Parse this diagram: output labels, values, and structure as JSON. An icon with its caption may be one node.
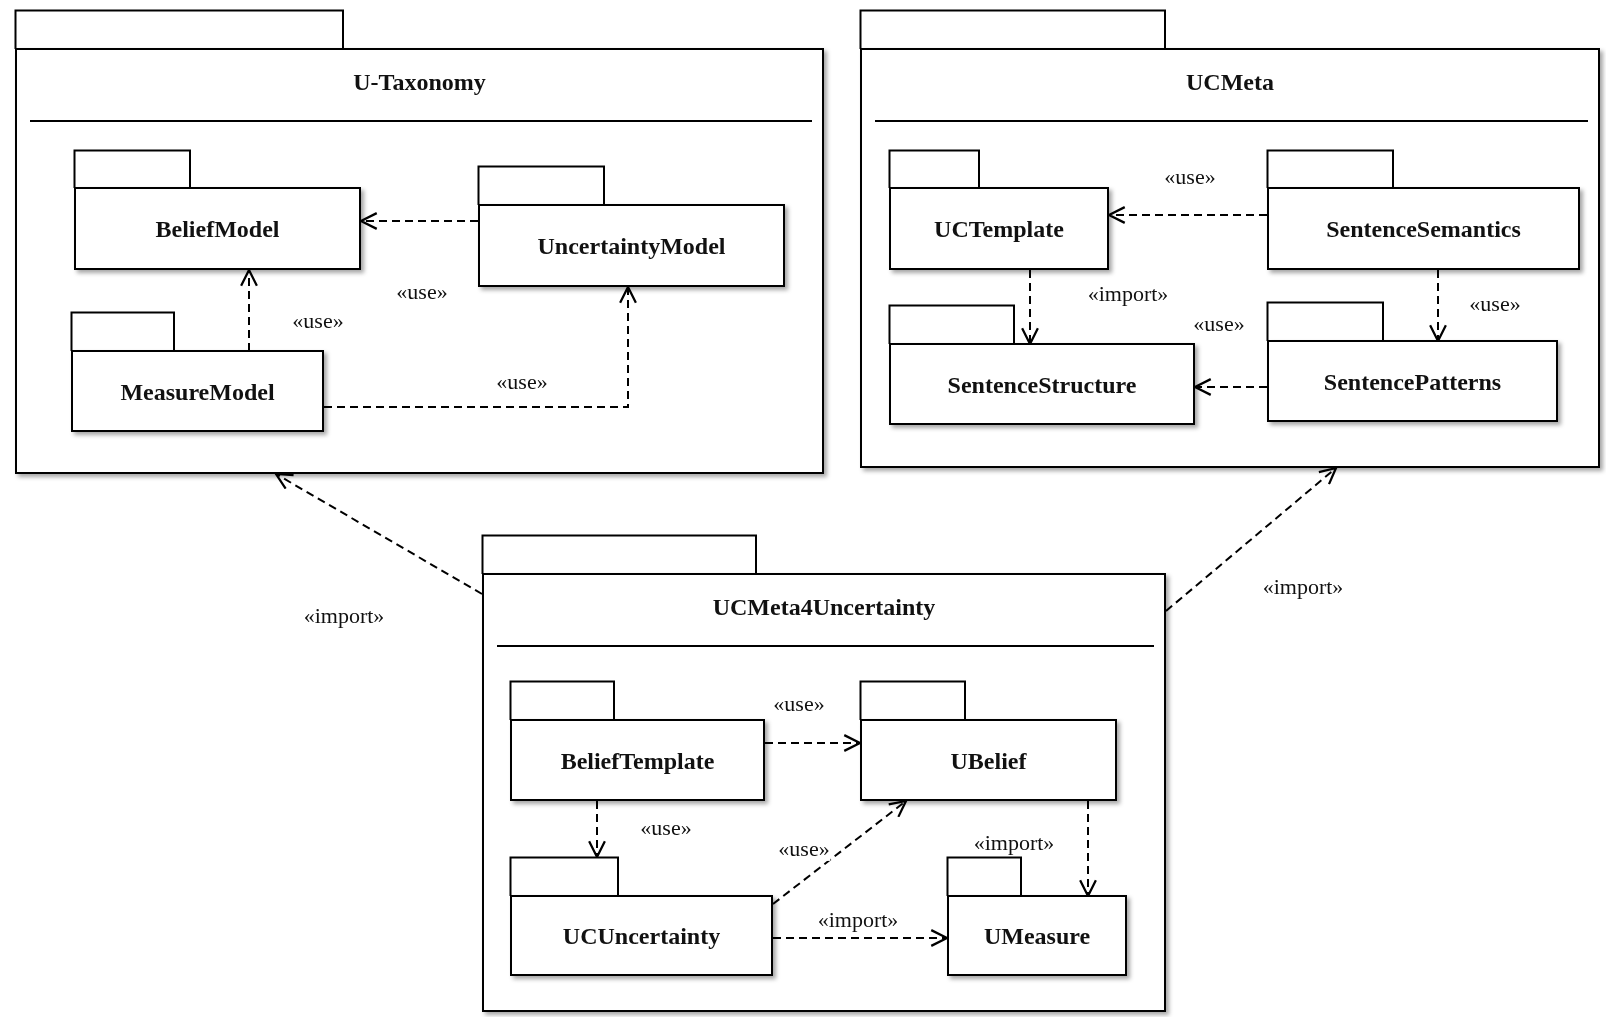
{
  "diagram": {
    "nodes": [
      {
        "text": [
          "U-Taxonomy"
        ]
      },
      {
        "text": [
          "BeliefModel"
        ],
        "in": 0
      },
      {
        "text": [
          "UncertaintyModel"
        ],
        "in": 0
      },
      {
        "text": [
          "MeasureModel"
        ],
        "in": 0
      },
      {
        "text": [
          "UCMeta"
        ]
      },
      {
        "text": [
          "UCTemplate"
        ],
        "in": 4
      },
      {
        "text": [
          "SentenceSemantics"
        ],
        "in": 4
      },
      {
        "text": [
          "SentenceStructure"
        ],
        "in": 4
      },
      {
        "text": [
          "SentencePatterns"
        ],
        "in": 4
      },
      {
        "text": [
          "UCMeta4Uncertainty"
        ]
      },
      {
        "text": [
          "BeliefTemplate"
        ],
        "in": 9
      },
      {
        "text": [
          "UBelief"
        ],
        "in": 9
      },
      {
        "text": [
          "UCUncertainty"
        ],
        "in": 9
      },
      {
        "text": [
          "UMeasure"
        ],
        "in": 9
      }
    ],
    "edges": [
      {
        "from": 2,
        "to": 1,
        "arrow": "to",
        "label": "«use»",
        "style": "dashed"
      },
      {
        "from": 3,
        "to": 1,
        "arrow": "to",
        "label": "«use»",
        "style": "dashed"
      },
      {
        "from": 3,
        "to": 2,
        "arrow": "to",
        "label": "«use»",
        "style": "dashed"
      },
      {
        "from": 6,
        "to": 5,
        "arrow": "to",
        "label": "«use»",
        "style": "dashed"
      },
      {
        "from": 5,
        "to": 7,
        "arrow": "to",
        "label": "«import»",
        "style": "dashed"
      },
      {
        "from": 6,
        "to": 8,
        "arrow": "to",
        "label": "«use»",
        "style": "dashed"
      },
      {
        "from": 8,
        "to": 7,
        "arrow": "to",
        "label": "«use»",
        "style": "dashed"
      },
      {
        "from": 9,
        "to": 0,
        "arrow": "to",
        "label": "«import»",
        "style": "dashed"
      },
      {
        "from": 9,
        "to": 4,
        "arrow": "to",
        "label": "«import»",
        "style": "dashed"
      },
      {
        "from": 10,
        "to": 11,
        "arrow": "to",
        "label": "«use»",
        "style": "dashed"
      },
      {
        "from": 10,
        "to": 12,
        "arrow": "to",
        "label": "«use»",
        "style": "dashed"
      },
      {
        "from": 12,
        "to": 11,
        "arrow": "to",
        "label": "«use»",
        "style": "dashed"
      },
      {
        "from": 11,
        "to": 13,
        "arrow": "to",
        "label": "«import»",
        "style": "dashed"
      },
      {
        "from": 12,
        "to": 13,
        "arrow": "to",
        "label": "«import»",
        "style": "dashed"
      }
    ]
  }
}
